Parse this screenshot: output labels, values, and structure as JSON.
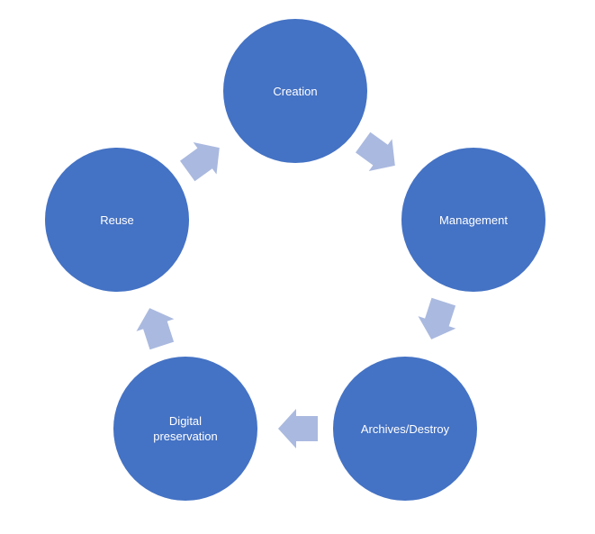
{
  "colors": {
    "node_fill": "#4472c4",
    "arrow_fill": "#aab9df",
    "node_text": "#ffffff"
  },
  "stages": [
    {
      "label": "Creation"
    },
    {
      "label": "Management"
    },
    {
      "label": "Archives/Destroy"
    },
    {
      "label": "Digital\npreservation"
    },
    {
      "label": "Reuse"
    }
  ]
}
